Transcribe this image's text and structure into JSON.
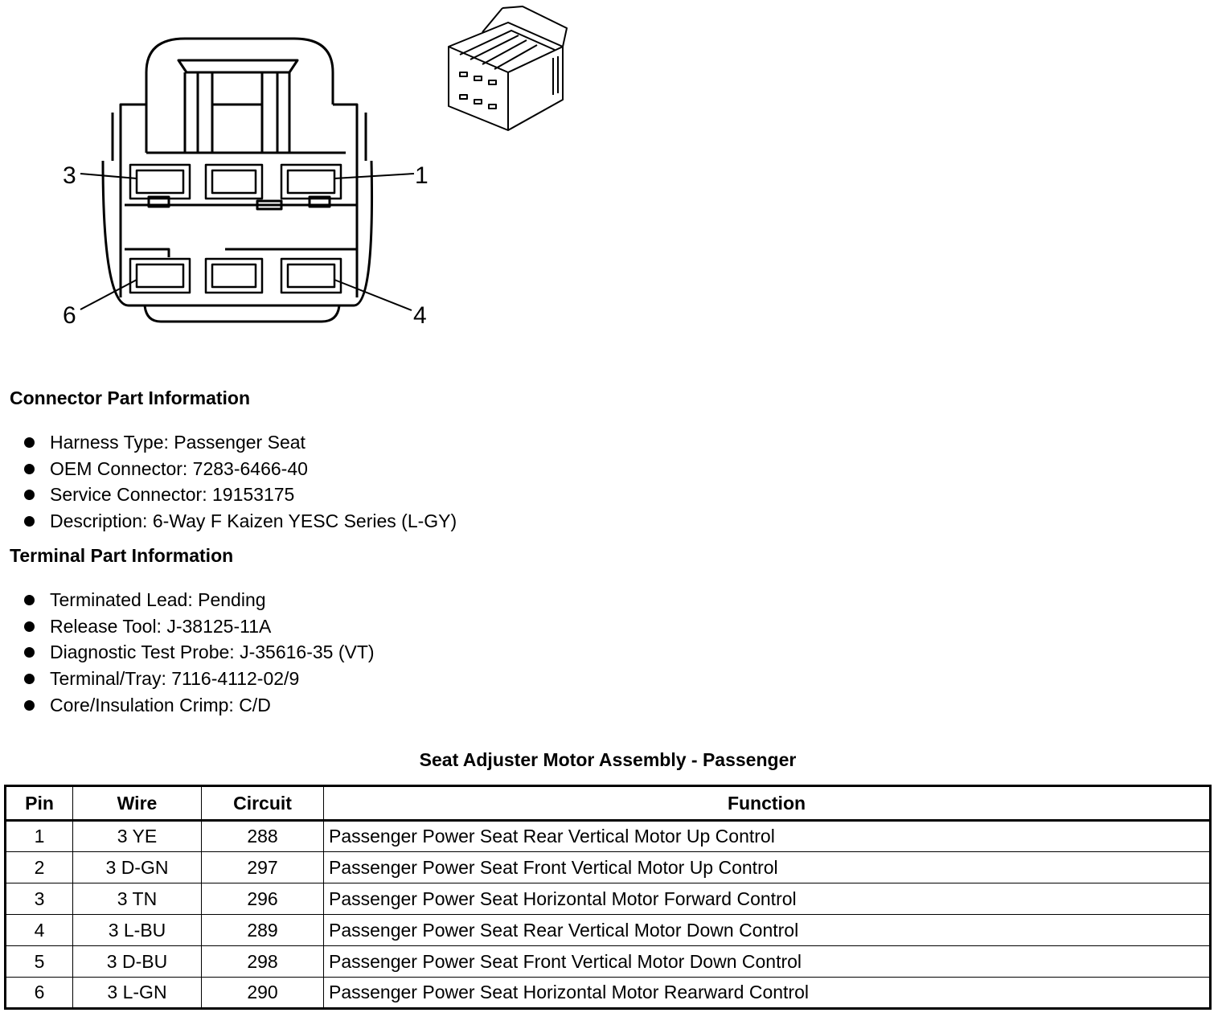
{
  "diagram": {
    "pin_labels": {
      "top_left": "3",
      "top_right": "1",
      "bottom_left": "6",
      "bottom_right": "4"
    }
  },
  "connector_info": {
    "title": "Connector Part Information",
    "items": [
      "Harness Type: Passenger Seat",
      "OEM Connector: 7283-6466-40",
      "Service Connector: 19153175",
      "Description: 6-Way F Kaizen YESC Series (L-GY)"
    ]
  },
  "terminal_info": {
    "title": "Terminal Part Information",
    "items": [
      "Terminated Lead: Pending",
      "Release Tool: J-38125-11A",
      "Diagnostic Test Probe: J-35616-35 (VT)",
      "Terminal/Tray: 7116-4112-02/9",
      "Core/Insulation Crimp: C/D"
    ]
  },
  "pin_table": {
    "caption": "Seat Adjuster Motor Assembly - Passenger",
    "headers": [
      "Pin",
      "Wire",
      "Circuit",
      "Function"
    ],
    "rows": [
      [
        "1",
        "3 YE",
        "288",
        "Passenger Power Seat Rear Vertical Motor Up Control"
      ],
      [
        "2",
        "3 D-GN",
        "297",
        "Passenger Power Seat Front Vertical Motor Up Control"
      ],
      [
        "3",
        "3 TN",
        "296",
        "Passenger Power Seat Horizontal Motor Forward Control"
      ],
      [
        "4",
        "3 L-BU",
        "289",
        "Passenger Power Seat Rear Vertical Motor Down Control"
      ],
      [
        "5",
        "3 D-BU",
        "298",
        "Passenger Power Seat Front Vertical Motor Down Control"
      ],
      [
        "6",
        "3 L-GN",
        "290",
        "Passenger Power Seat Horizontal Motor Rearward Control"
      ]
    ]
  }
}
